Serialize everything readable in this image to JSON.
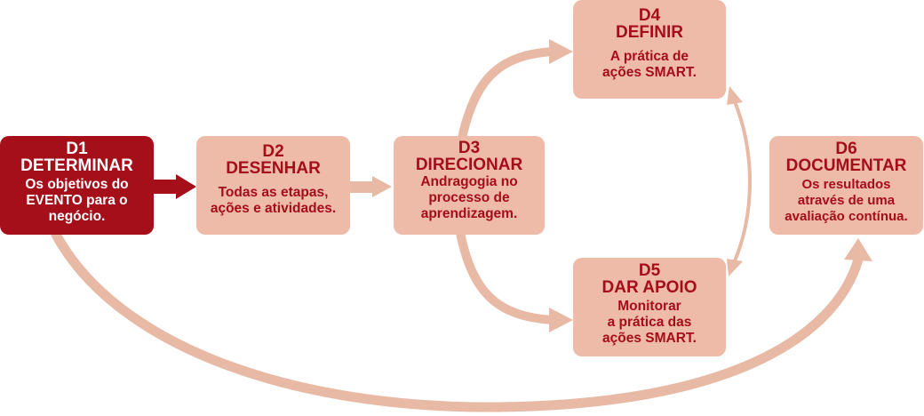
{
  "steps": [
    {
      "id": "d1",
      "code": "D1",
      "title": "DETERMINAR",
      "desc": [
        "Os objetivos do",
        "EVENTO para o",
        "negócio."
      ]
    },
    {
      "id": "d2",
      "code": "D2",
      "title": "DESENHAR",
      "desc": [
        "Todas as etapas,",
        "ações e atividades."
      ]
    },
    {
      "id": "d3",
      "code": "D3",
      "title": "DIRECIONAR",
      "desc": [
        "Andragogia no",
        "processo de",
        "aprendizagem."
      ]
    },
    {
      "id": "d4",
      "code": "D4",
      "title": "DEFINIR",
      "desc": [
        "A prática de",
        "ações SMART."
      ]
    },
    {
      "id": "d5",
      "code": "D5",
      "title": "DAR APOIO",
      "desc": [
        "Monitorar",
        "a prática das",
        "ações SMART."
      ]
    },
    {
      "id": "d6",
      "code": "D6",
      "title": "DOCUMENTAR",
      "desc": [
        "Os resultados",
        "através de uma",
        "avaliação contínua."
      ]
    }
  ],
  "colors": {
    "primary": "#A40F1A",
    "box": "#EDBBA7",
    "arrow": "#E8B9A5",
    "text_dark": "#A50D1B"
  }
}
